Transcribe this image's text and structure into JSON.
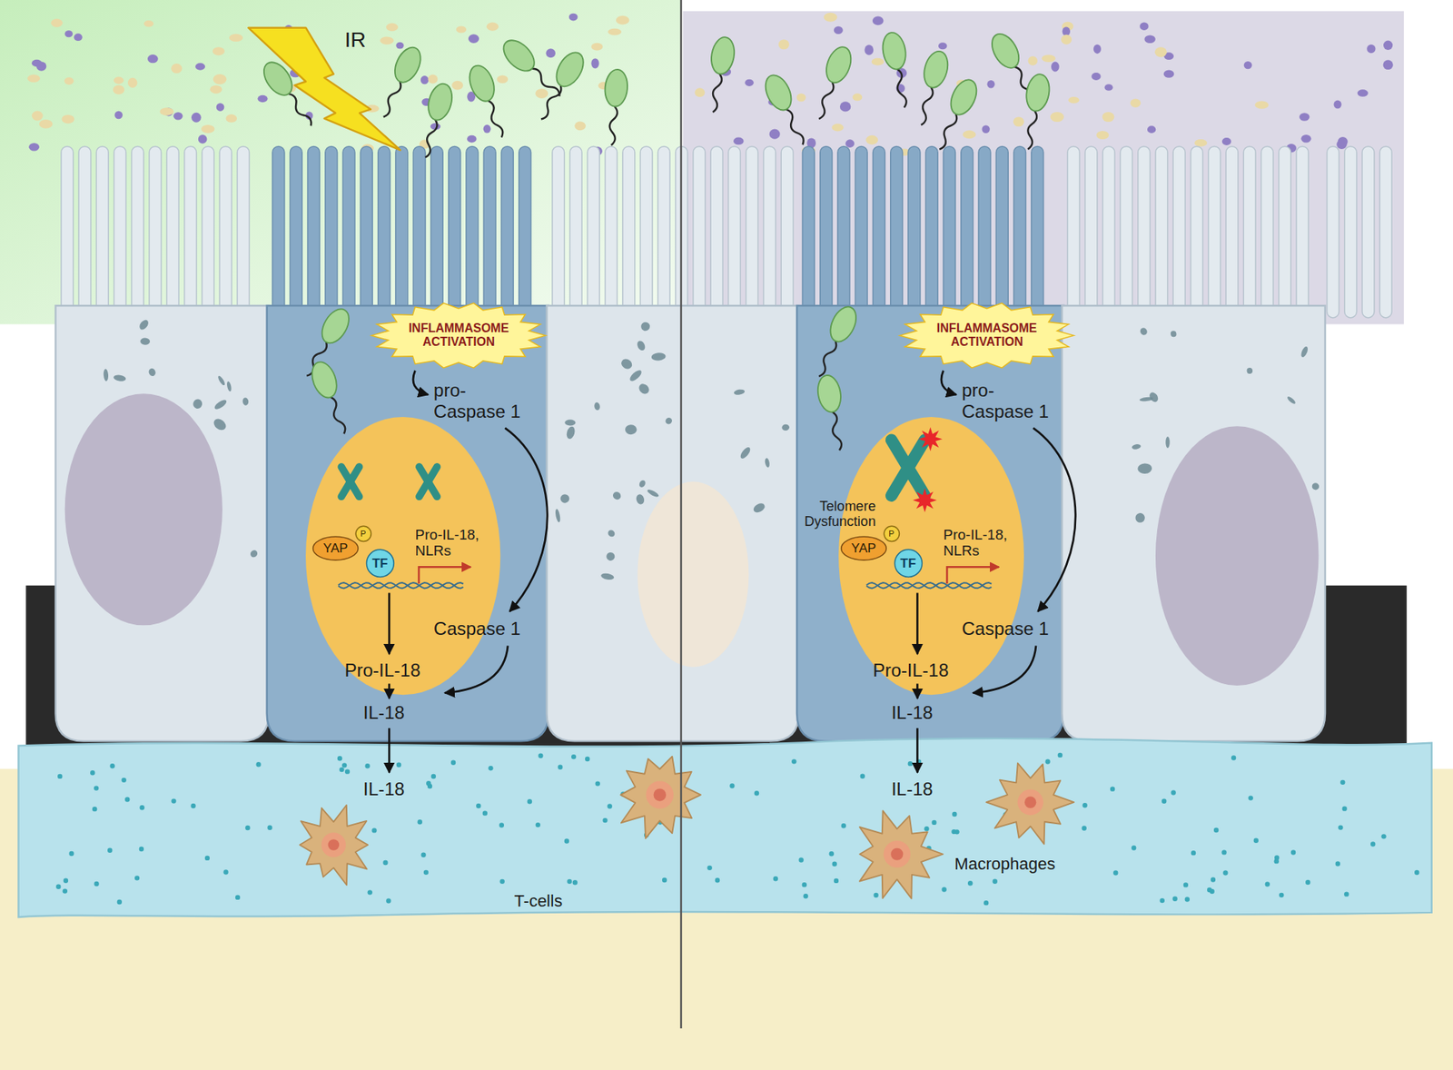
{
  "diagram": {
    "nodes": [
      {
        "text": [
          "INFLAMMASOME ACTIVATION"
        ]
      },
      {
        "text": [
          "YAP"
        ]
      },
      {
        "text": [
          "P"
        ]
      },
      {
        "text": [
          "TF"
        ]
      },
      {
        "text": [
          "INFLAMMASOME ACTIVATION"
        ]
      },
      {
        "text": [
          "YAP"
        ]
      },
      {
        "text": [
          "P"
        ]
      },
      {
        "text": [
          "TF"
        ]
      }
    ],
    "labels": [
      "IR",
      "pro- Caspase 1",
      "Pro-IL-18, NLRs",
      "Caspase 1",
      "Pro-IL-18",
      "IL-18",
      "IL-18",
      "T-cells",
      "pro- Caspase 1",
      "Telomere Dysfunction",
      "Pro-IL-18, NLRs",
      "Caspase 1",
      "Pro-IL-18",
      "IL-18",
      "IL-18",
      "Macrophages"
    ]
  }
}
